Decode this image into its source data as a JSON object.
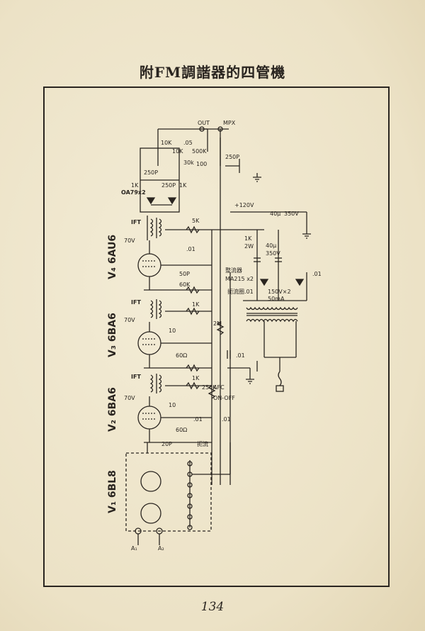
{
  "page": {
    "title": "附FM調諧器的四管機",
    "page_number": "134"
  },
  "tubes": [
    {
      "label": "V₄ 6AU6"
    },
    {
      "label": "V₃ 6BA6"
    },
    {
      "label": "V₂ 6BA6"
    },
    {
      "label": "V₁ 6BL8"
    }
  ],
  "labels": {
    "out": "OUT",
    "mpx": "MPX",
    "diode": "OA79x2",
    "ift1": "IFT",
    "ift2": "IFT",
    "ift3": "IFT",
    "r_10k": "10K",
    "r_10k_b": "10K",
    "c_05": ".05",
    "r_500k": "500K",
    "r_30k": "30k",
    "c_100": "100",
    "c_250p": "250P",
    "c_250p_a": "250P",
    "c_250p_b": "250P",
    "r_1k_a": "1K",
    "r_1k_b": "1K",
    "v_120": "+120V",
    "c_40u": "40μ",
    "v_350": "350V",
    "r_1k_c": "1K",
    "r_2w": "2W",
    "c_40u_b": "40μ",
    "v_350_b": "350V",
    "rect_label": "整流器",
    "rect_type": "MA215 x2",
    "choke": "扼流圈.01",
    "trans": "150V×2",
    "trans_ma": "50mA",
    "c_01_pwr": ".01",
    "v_70_a": "70V",
    "v_70_b": "70V",
    "v_70_c": "70V",
    "r_5k": "5K",
    "c_01_a": ".01",
    "c_50p": "50P",
    "r_60k": "60K",
    "r_1k_d": "1K",
    "c_10": "10",
    "r_60_a": "60Ω",
    "r_2m": "2M",
    "c_01_b": ".01",
    "r_250k": "250K",
    "afc": "AFC",
    "on_off": "ON-OFF",
    "r_1k_e": "1K",
    "c_10_b": "10",
    "c_01_c": ".01",
    "r_60_b": "60Ω",
    "c_01_d": ".01",
    "c_20p": "20P",
    "coil": "扼流",
    "a1": "A₁",
    "a2": "A₂"
  }
}
